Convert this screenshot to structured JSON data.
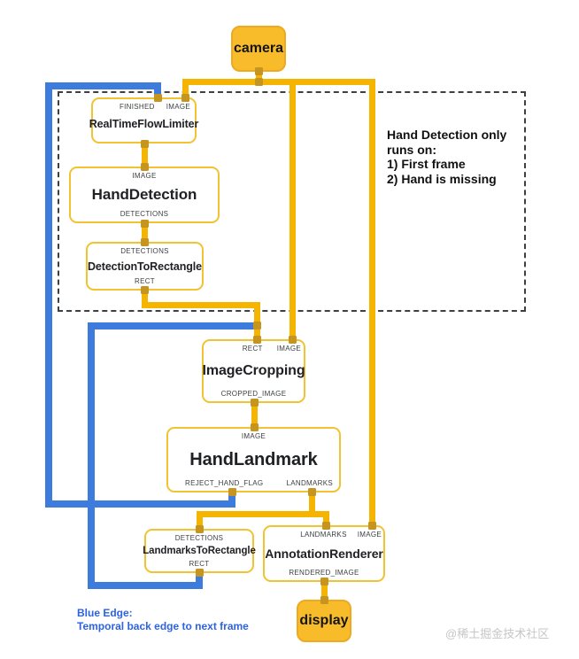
{
  "colors": {
    "edge_yellow": "#F4B400",
    "edge_blue": "#3D7BDC",
    "node_border": "#F1C232",
    "io_node_fill": "#F8BC2B",
    "port_connector": "#C6951F",
    "legend_blue": "#2D63E0",
    "text": "#202124"
  },
  "nodes": {
    "camera": {
      "label": "camera"
    },
    "real_time_flow_limiter": {
      "name": "RealTimeFlowLimiter",
      "inputs": [
        "FINISHED",
        "IMAGE"
      ]
    },
    "hand_detection": {
      "name": "HandDetection",
      "input": "IMAGE",
      "output": "DETECTIONS"
    },
    "detection_to_rectangle": {
      "name": "DetectionToRectangle",
      "input": "DETECTIONS",
      "output": "RECT"
    },
    "image_cropping": {
      "name": "ImageCropping",
      "inputs": [
        "RECT",
        "IMAGE"
      ],
      "output": "CROPPED_IMAGE"
    },
    "hand_landmark": {
      "name": "HandLandmark",
      "input": "IMAGE",
      "outputs": [
        "REJECT_HAND_FLAG",
        "LANDMARKS"
      ]
    },
    "landmarks_to_rectangle": {
      "name": "LandmarksToRectangle",
      "input": "DETECTIONS",
      "output": "RECT"
    },
    "annotation_renderer": {
      "name": "AnnotationRenderer",
      "inputs": [
        "LANDMARKS",
        "IMAGE"
      ],
      "output": "RENDERED_IMAGE"
    },
    "display": {
      "label": "display"
    }
  },
  "annotations": {
    "hand_detection_note": {
      "line1": "Hand Detection only",
      "line2": "runs on:",
      "line3": "1) First frame",
      "line4": "2) Hand is missing"
    },
    "legend": {
      "line1": "Blue Edge:",
      "line2": "Temporal back edge to next frame"
    },
    "watermark": "@稀土掘金技术社区"
  }
}
